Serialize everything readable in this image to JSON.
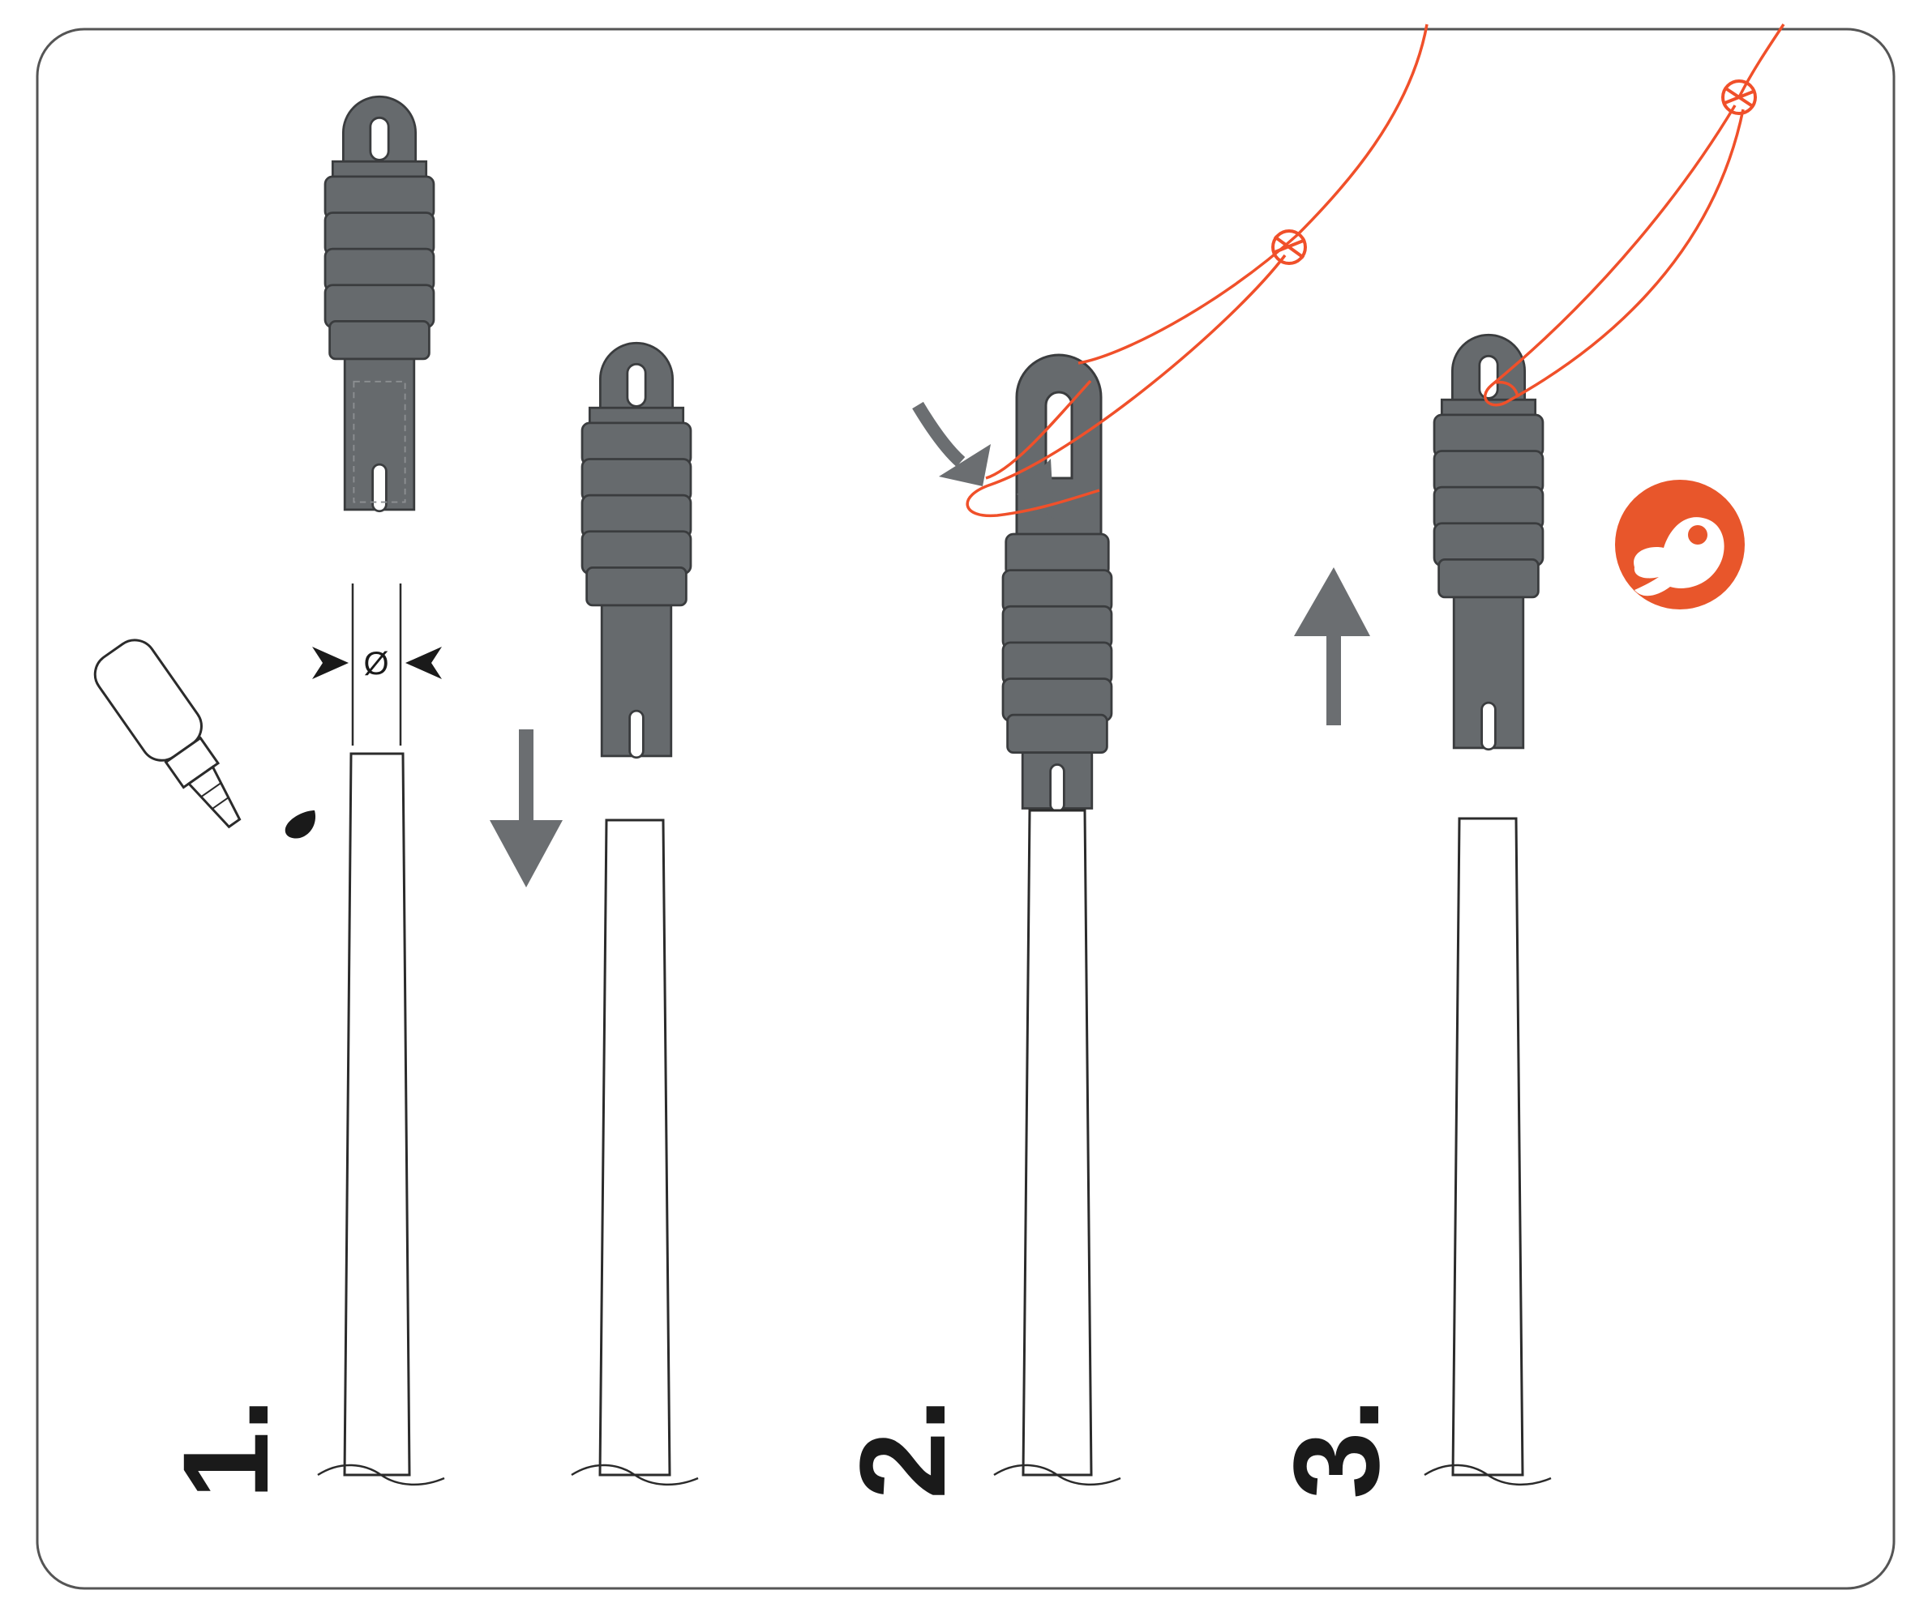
{
  "steps": [
    {
      "number": "1."
    },
    {
      "number": "2."
    },
    {
      "number": "3."
    }
  ],
  "diameter_symbol": "Ø",
  "icons": [
    "glue-bottle-icon",
    "down-arrow-icon",
    "curved-arrow-icon",
    "up-arrow-icon",
    "ok-hand-icon"
  ],
  "colors": {
    "tip": "#666a6d",
    "line": "#f0502a",
    "arrow": "#6b6e71",
    "badge": "#e8562b",
    "border": "#555555"
  }
}
